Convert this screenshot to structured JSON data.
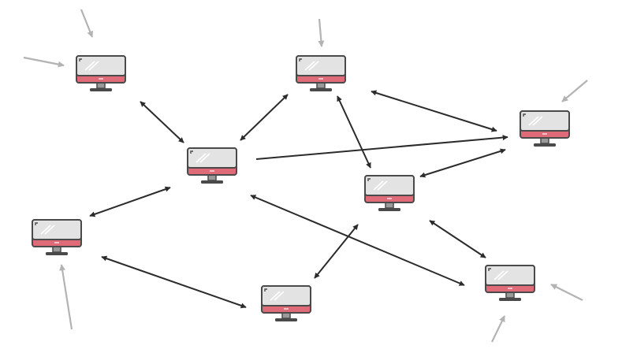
{
  "diagram": {
    "kind": "peer-to-peer network",
    "nodes": [
      {
        "id": "pc-top-left",
        "icon": "monitor-icon"
      },
      {
        "id": "pc-top-middle",
        "icon": "monitor-icon"
      },
      {
        "id": "pc-right",
        "icon": "monitor-icon"
      },
      {
        "id": "pc-center-left",
        "icon": "monitor-icon"
      },
      {
        "id": "pc-center-right",
        "icon": "monitor-icon"
      },
      {
        "id": "pc-left",
        "icon": "monitor-icon"
      },
      {
        "id": "pc-bottom-middle",
        "icon": "monitor-icon"
      },
      {
        "id": "pc-bottom-right",
        "icon": "monitor-icon"
      }
    ],
    "connections": [
      {
        "from": "pc-top-left",
        "to": "pc-center-left",
        "direction": "both"
      },
      {
        "from": "pc-center-left",
        "to": "pc-top-middle",
        "direction": "both"
      },
      {
        "from": "pc-center-left",
        "to": "pc-right",
        "direction": "to"
      },
      {
        "from": "pc-top-middle",
        "to": "pc-right",
        "direction": "both"
      },
      {
        "from": "pc-top-middle",
        "to": "pc-center-right",
        "direction": "both"
      },
      {
        "from": "pc-center-right",
        "to": "pc-right",
        "direction": "both"
      },
      {
        "from": "pc-left",
        "to": "pc-center-left",
        "direction": "both"
      },
      {
        "from": "pc-center-left",
        "to": "pc-bottom-right",
        "direction": "both"
      },
      {
        "from": "pc-left",
        "to": "pc-bottom-middle",
        "direction": "both"
      },
      {
        "from": "pc-bottom-middle",
        "to": "pc-center-right",
        "direction": "both"
      },
      {
        "from": "pc-center-right",
        "to": "pc-bottom-right",
        "direction": "both"
      }
    ],
    "incoming_arrows": [
      {
        "target": "pc-top-left",
        "count": 2
      },
      {
        "target": "pc-top-middle",
        "count": 1
      },
      {
        "target": "pc-right",
        "count": 1
      },
      {
        "target": "pc-left",
        "count": 1
      },
      {
        "target": "pc-bottom-right",
        "count": 2
      }
    ],
    "colors": {
      "connection": "#2b2b2b",
      "incoming": "#b3b3b3",
      "monitor_outline": "#4a4a4a",
      "screen": "#e3e3e3",
      "bezel_bottom": "#e06b78",
      "stand": "#4a4a4a"
    }
  }
}
